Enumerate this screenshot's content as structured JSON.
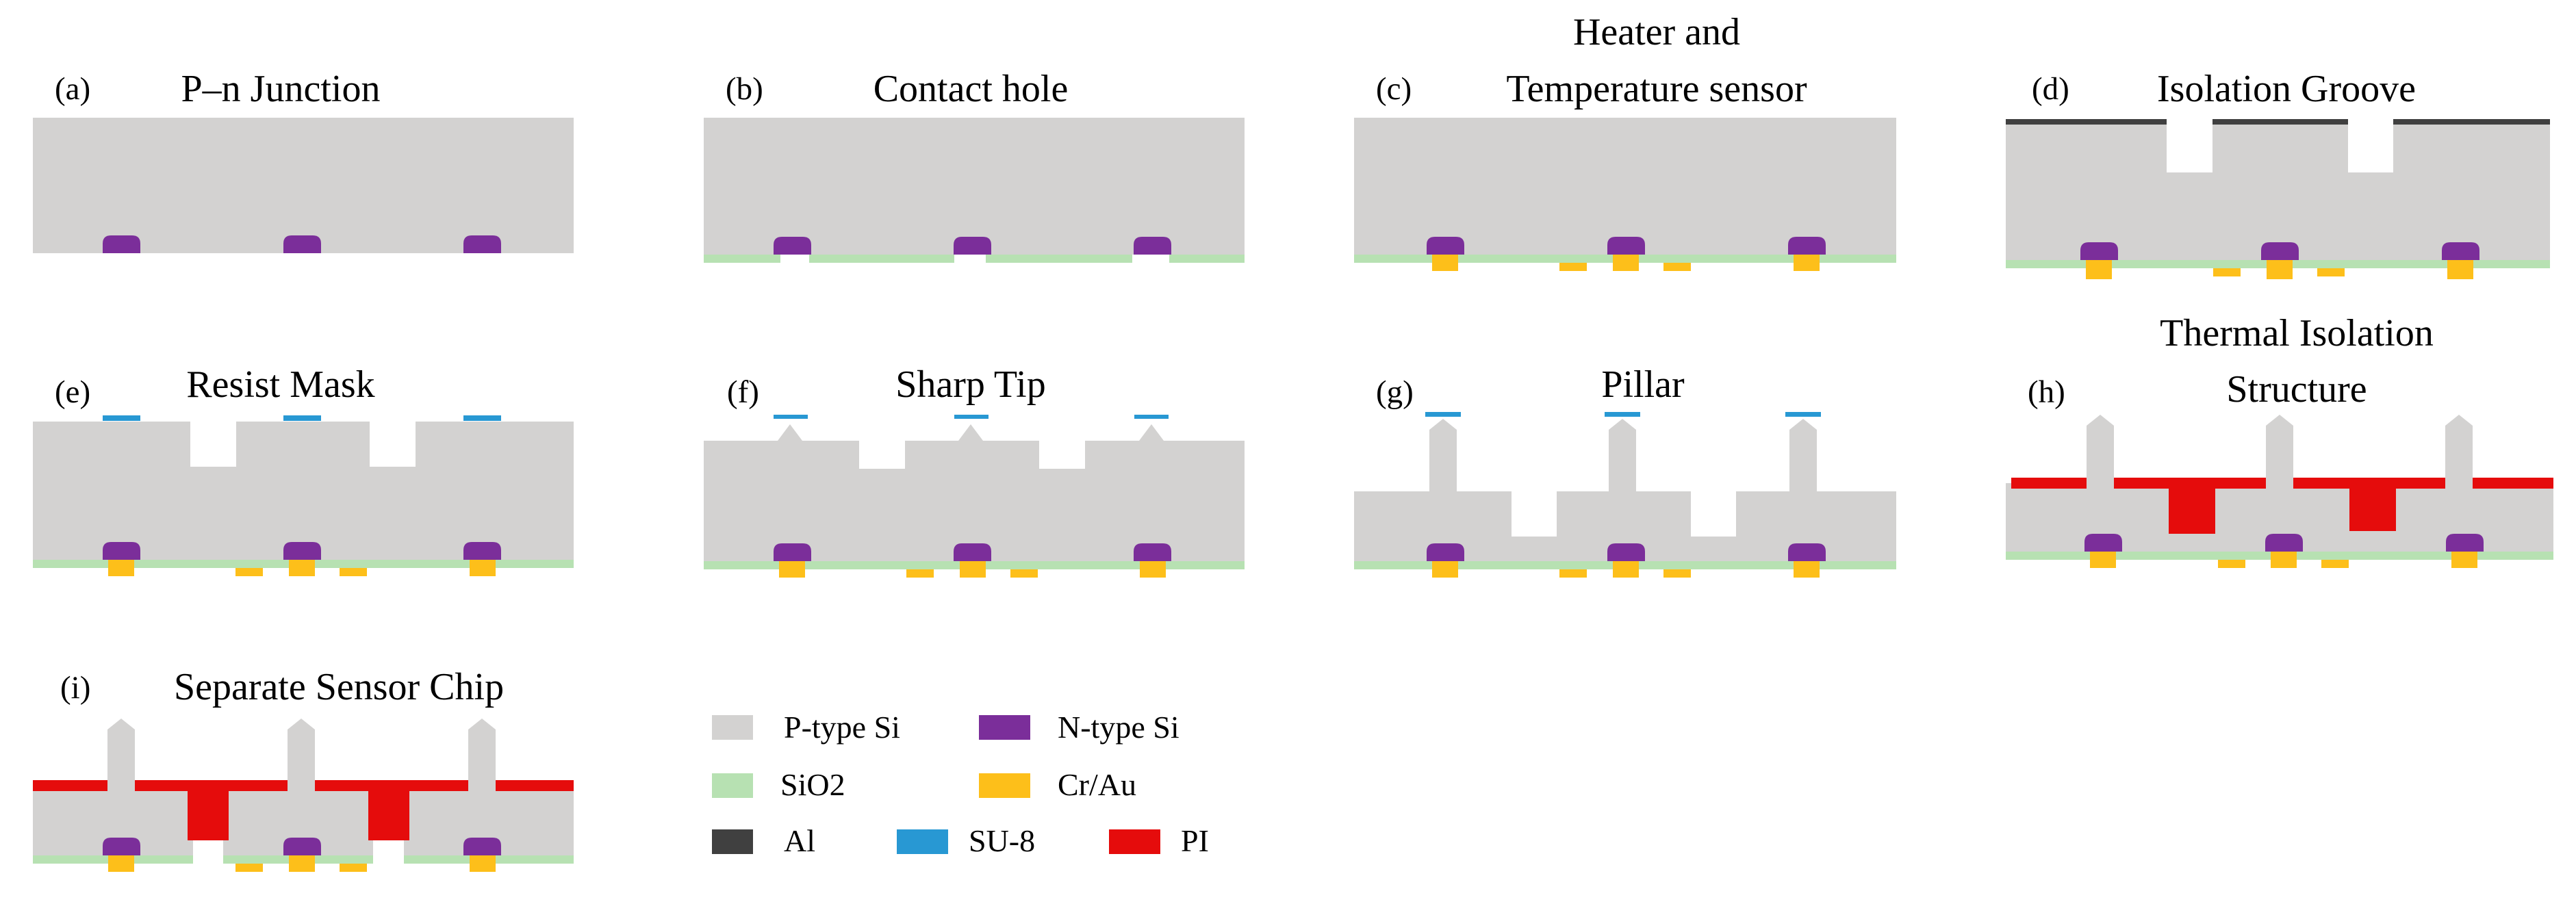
{
  "colors": {
    "p_si": "#d3d2d1",
    "n_si": "#7b2e9a",
    "sio2": "#b7e1b2",
    "cr_au": "#fdbf1a",
    "al": "#404040",
    "su8": "#2898d3",
    "pi": "#e50c0c"
  },
  "panels": [
    {
      "letter": "(a)",
      "title_lines": [
        "P–n Junction"
      ]
    },
    {
      "letter": "(b)",
      "title_lines": [
        "Contact hole"
      ]
    },
    {
      "letter": "(c)",
      "title_lines": [
        "Heater and",
        "Temperature sensor"
      ]
    },
    {
      "letter": "(d)",
      "title_lines": [
        "Isolation Groove"
      ]
    },
    {
      "letter": "(e)",
      "title_lines": [
        "Resist Mask"
      ]
    },
    {
      "letter": "(f)",
      "title_lines": [
        "Sharp Tip"
      ]
    },
    {
      "letter": "(g)",
      "title_lines": [
        "Pillar"
      ]
    },
    {
      "letter": "(h)",
      "title_lines": [
        "Thermal Isolation",
        "Structure"
      ]
    },
    {
      "letter": "(i)",
      "title_lines": [
        "Separate Sensor Chip"
      ]
    }
  ],
  "legend": [
    {
      "label": "P-type Si",
      "color_key": "p_si"
    },
    {
      "label": "N-type Si",
      "color_key": "n_si"
    },
    {
      "label": "SiO2",
      "color_key": "sio2"
    },
    {
      "label": "Cr/Au",
      "color_key": "cr_au"
    },
    {
      "label": "Al",
      "color_key": "al"
    },
    {
      "label": "SU-8",
      "color_key": "su8"
    },
    {
      "label": "PI",
      "color_key": "pi"
    }
  ]
}
